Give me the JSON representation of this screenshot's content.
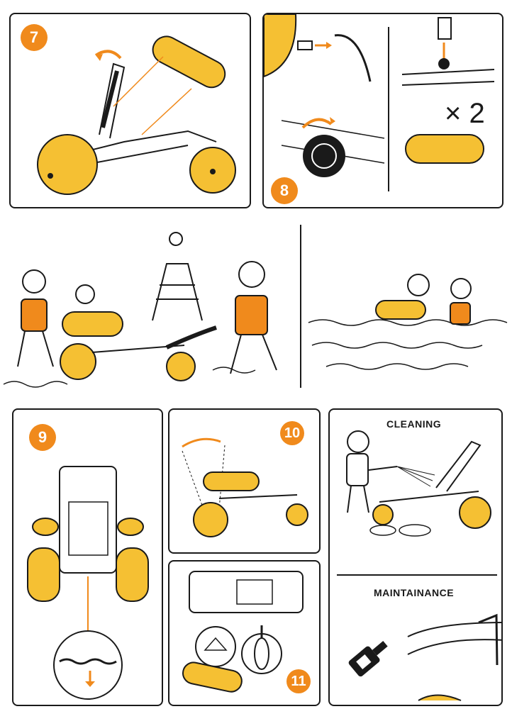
{
  "steps": {
    "s7": "7",
    "s8": "8",
    "s9": "9",
    "s10": "10",
    "s11": "11"
  },
  "multiplier": "× 2",
  "sections": {
    "cleaning": "CLEANING",
    "maintenance": "MAINTAINANCE"
  },
  "colors": {
    "accent": "#f08a1c",
    "yellow": "#f5c033",
    "line": "#1a1a1a"
  }
}
